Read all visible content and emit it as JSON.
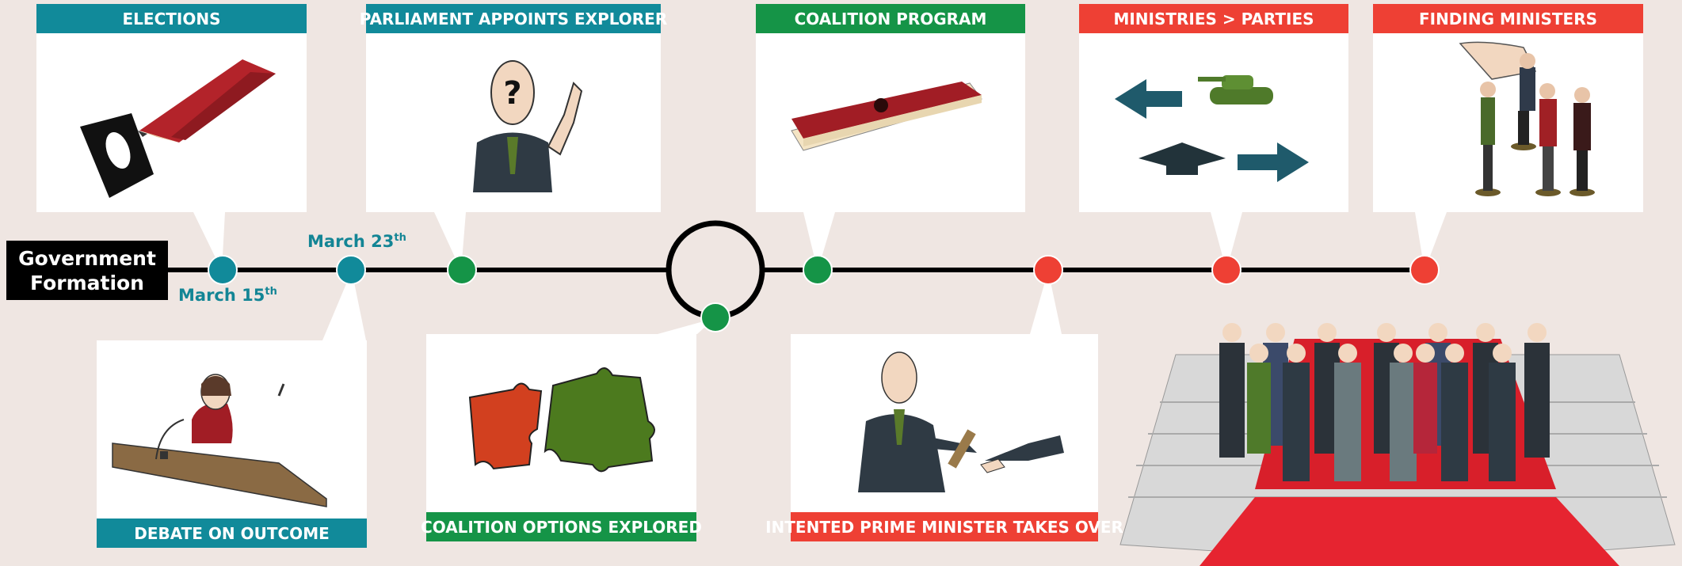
{
  "title": {
    "line1": "Government",
    "line2": "Formation"
  },
  "dates": {
    "first": {
      "day": "March 15",
      "suffix": "th"
    },
    "second": {
      "day": "March 23",
      "suffix": "th"
    }
  },
  "cards": {
    "elections": "ELECTIONS",
    "parliament": "PARLIAMENT APPOINTS EXPLORER",
    "program": "COALITION PROGRAM",
    "ministries": "MINISTRIES > PARTIES",
    "finding": "FINDING MINISTERS",
    "debate": "DEBATE ON OUTCOME",
    "options": "COALITION OPTIONS EXPLORED",
    "takeover": "INTENTED PRIME MINISTER TAKES OVER"
  },
  "colors": {
    "teal": "#118a9a",
    "green": "#159447",
    "red": "#ee4034",
    "background": "#efe6e2"
  }
}
